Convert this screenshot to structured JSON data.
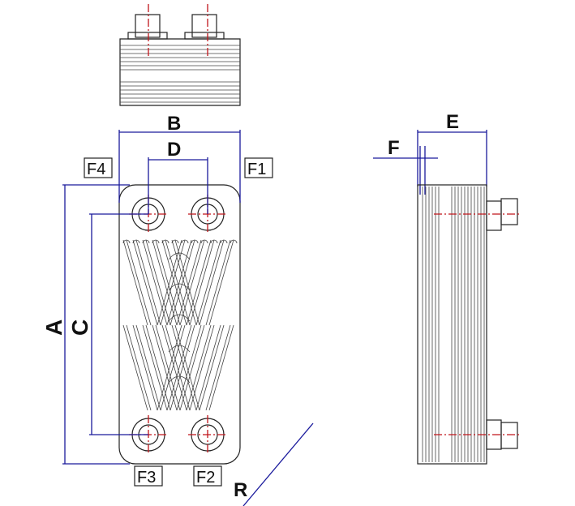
{
  "title": "Plate heat exchanger dimension drawing",
  "labels": {
    "A": "A",
    "B": "B",
    "C": "C",
    "D": "D",
    "E": "E",
    "F": "F",
    "R": "R",
    "F1": "F1",
    "F2": "F2",
    "F3": "F3",
    "F4": "F4"
  },
  "colors": {
    "dimension": "#1a1a9c",
    "centerline": "#c0141a",
    "outline": "#222222"
  }
}
